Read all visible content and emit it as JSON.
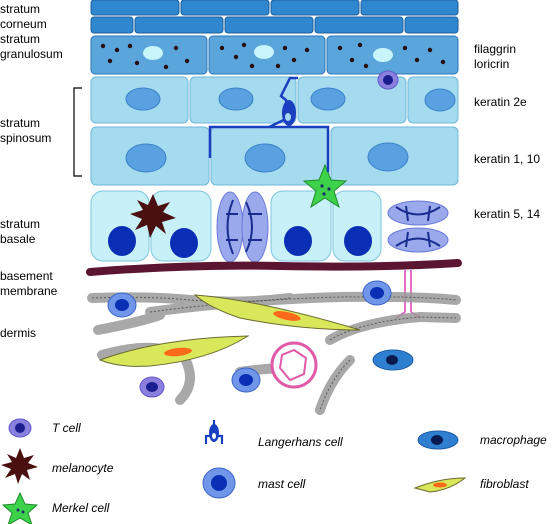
{
  "layers": [
    {
      "lines": [
        "stratum",
        "corneum"
      ]
    },
    {
      "lines": [
        "stratum",
        "granulosum"
      ]
    },
    {
      "lines": [
        "stratum",
        "spinosum"
      ]
    },
    {
      "lines": [
        "stratum",
        "basale"
      ]
    },
    {
      "lines": [
        "basement",
        "membrane"
      ]
    },
    {
      "lines": [
        "dermis"
      ]
    }
  ],
  "markers": [
    {
      "lines": [
        "filaggrin",
        "loricrin"
      ]
    },
    {
      "lines": [
        "keratin 2e"
      ]
    },
    {
      "lines": [
        "keratin 1, 10"
      ]
    },
    {
      "lines": [
        "keratin 5, 14"
      ]
    }
  ],
  "legend": [
    {
      "label": "T cell",
      "icon": "t-cell-icon"
    },
    {
      "label": "melanocyte",
      "icon": "melanocyte-icon"
    },
    {
      "label": "Merkel cell",
      "icon": "merkel-cell-icon"
    },
    {
      "label": "Langerhans cell",
      "icon": "langerhans-cell-icon"
    },
    {
      "label": "mast cell",
      "icon": "mast-cell-icon"
    },
    {
      "label": "macrophage",
      "icon": "macrophage-icon"
    },
    {
      "label": "fibroblast",
      "icon": "fibroblast-icon"
    }
  ],
  "colors": {
    "corneum": "#2f87cf",
    "granulosum": "#5aa5dc",
    "spinosum": "#a4dbef",
    "basale": "#c8f0f8",
    "nucleus": "#0a2fb5",
    "spinosum_nucleus": "#5aa1e2",
    "basement_membrane": "#5c1530",
    "t_cell": "#8b7fe0",
    "melanocyte": "#4a1010",
    "merkel_cell": "#3ed24a",
    "langerhans_cell": "#1a3fc0",
    "mast_cell": "#6f96e8",
    "macrophage": "#2f7fd0",
    "fibroblast": "#d8e85a",
    "fibroblast_nucleus": "#ff6a1a",
    "collagen": "#9a9a9a"
  }
}
